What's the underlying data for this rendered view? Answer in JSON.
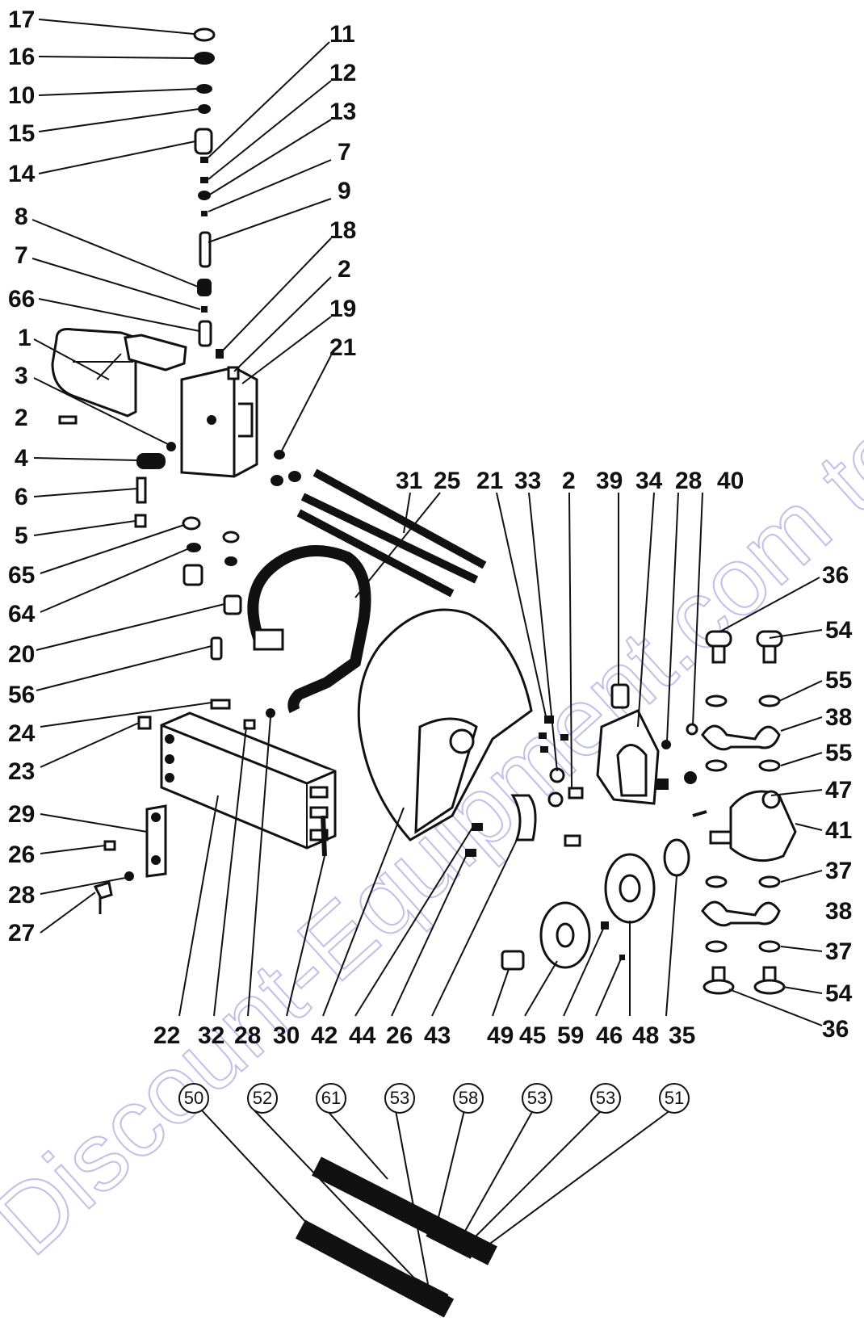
{
  "watermark": "Discount-Equipment.com to order your",
  "labels_left": [
    "17",
    "16",
    "10",
    "15",
    "14",
    "8",
    "7",
    "66",
    "1",
    "3",
    "2",
    "4",
    "6",
    "5",
    "65",
    "64",
    "20",
    "56",
    "24",
    "23",
    "29",
    "26",
    "28",
    "27"
  ],
  "labels_top_right": [
    "11",
    "12",
    "13",
    "7",
    "9",
    "18",
    "2",
    "19",
    "21"
  ],
  "labels_row_top": [
    "31",
    "25",
    "21",
    "33",
    "2",
    "39",
    "34",
    "28",
    "40"
  ],
  "labels_right": [
    "36",
    "54",
    "55",
    "38",
    "55",
    "47",
    "41",
    "37",
    "38",
    "37",
    "54",
    "36"
  ],
  "labels_bottom": [
    "22",
    "32",
    "28",
    "30",
    "42",
    "44",
    "26",
    "43",
    "49",
    "45",
    "59",
    "46",
    "48",
    "35"
  ],
  "labels_circled": [
    "50",
    "52",
    "61",
    "53",
    "58",
    "53",
    "53",
    "51"
  ]
}
